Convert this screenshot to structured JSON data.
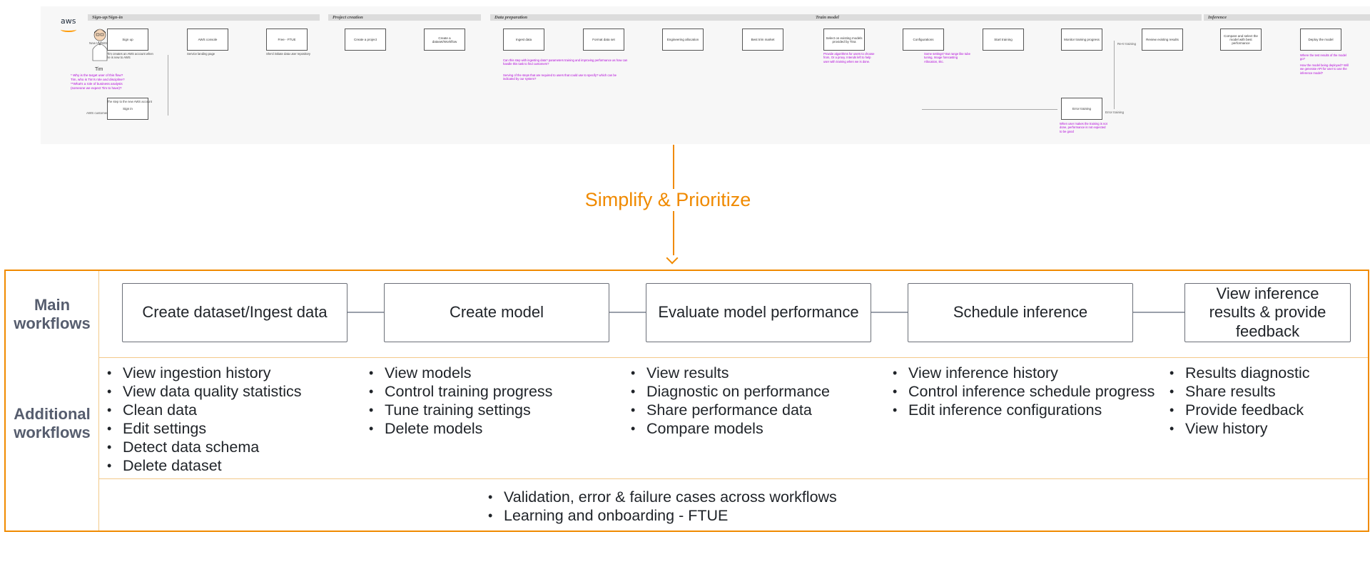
{
  "journey": {
    "logo_text": "aws",
    "persona_name": "Tim",
    "persona_note": "* Why is the target user of this flow? Tim, who is Tim's role and discipline? **What's a role of business analysis (someone we expect Tim to have)?",
    "stages": [
      "Sign-up/Sign-in",
      "Project creation",
      "Data preparation",
      "Train model",
      "Inference"
    ],
    "side_labels": [
      "New to AWS",
      "AWS customer",
      "Re-tr training",
      "Error training"
    ],
    "steps": [
      "Sign up",
      "AWS console",
      "Free - FTUE",
      "Create a project",
      "Create a dataset/Workflow",
      "Ingest data",
      "Format data set",
      "Engineering allocation",
      "Best trim market",
      "Select on existing models provided by Tina",
      "Configurations",
      "Start training",
      "Monitor training progress",
      "Review existing results",
      "Compare and select the model with best performance",
      "Deploy the model",
      "Sign in",
      "Error training"
    ],
    "notes": [
      "Tim creates an AWS account when he is new to AWS",
      "Service landing page",
      "She'd initiate data user repository",
      "Can this step with ingesting data? parameters training and improving performance as how can handle this task to find customers?",
      "Serving of the steps that are required to users that could use to specify? which can be indicated by our system?",
      "Provide algorithms for users to choose from, Or a proxy. Intends left to help user with training when we is done.",
      "Some settings? But range like tube tuning, Image forecasting Allocation, Etc.",
      "The step to the new AWS account",
      "When user makes the training is not done, performance is not expected to be good",
      "Where the test results of the model go?",
      "How the model being deployed? Will we generate API for user to use the inference model?"
    ]
  },
  "transition": {
    "label": "Simplify & Prioritize"
  },
  "summary": {
    "main_label": "Main workflows",
    "additional_label": "Additional workflows",
    "main_workflows": [
      "Create dataset/Ingest data",
      "Create model",
      "Evaluate model performance",
      "Schedule inference",
      "View inference results & provide feedback"
    ],
    "additional_workflows": [
      [
        "View ingestion history",
        "View data quality statistics",
        "Clean data",
        "Edit settings",
        "Detect data schema",
        "Delete dataset"
      ],
      [
        "View models",
        "Control training progress",
        "Tune training settings",
        "Delete models"
      ],
      [
        "View results",
        "Diagnostic on performance",
        "Share performance data",
        "Compare models"
      ],
      [
        "View inference history",
        "Control inference schedule progress",
        "Edit inference configurations"
      ],
      [
        "Results diagnostic",
        "Share results",
        "Provide feedback",
        "View history"
      ]
    ],
    "cross_cutting": [
      "Validation, error & failure cases across workflows",
      "Learning and onboarding - FTUE"
    ]
  },
  "colors": {
    "accent_orange": "#f08a00",
    "note_purple": "#b000d8",
    "label_gray": "#565d6e"
  }
}
